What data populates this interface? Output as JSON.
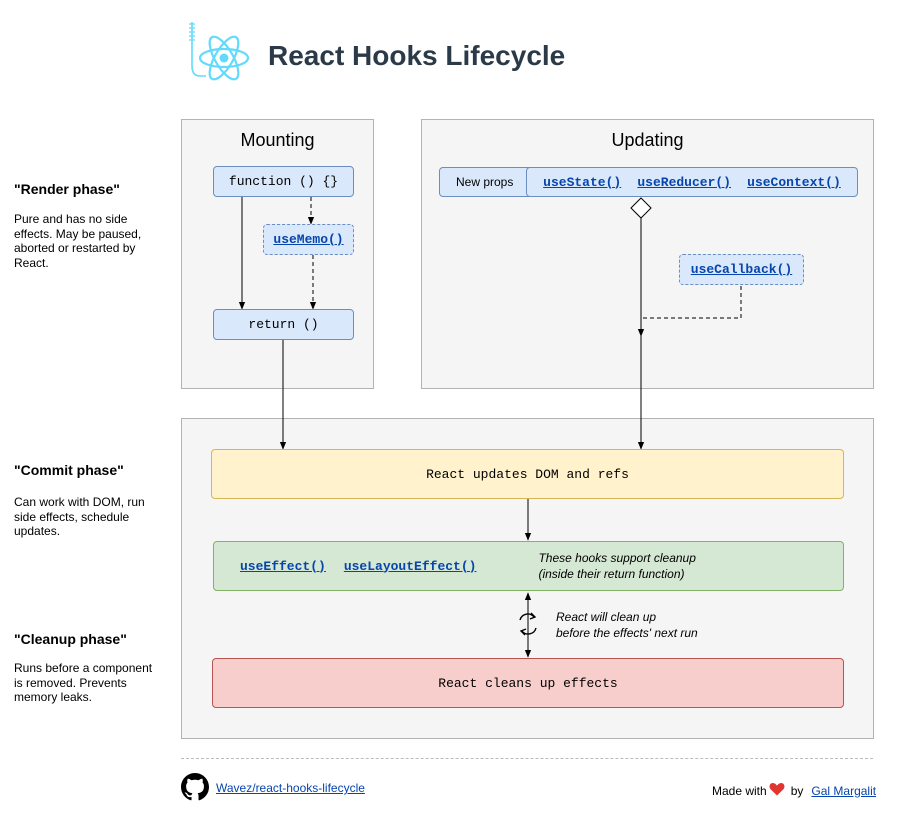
{
  "header": {
    "title": "React Hooks Lifecycle",
    "logo_icon": "react-atom-hook-icon"
  },
  "phases": [
    {
      "title": "\"Render phase\"",
      "description": "Pure and has no side effects. May be paused, aborted or restarted by React."
    },
    {
      "title": "\"Commit phase\"",
      "description": "Can work with DOM, run side effects, schedule updates."
    },
    {
      "title": "\"Cleanup phase\"",
      "description": "Runs before a component is removed. Prevents memory leaks."
    }
  ],
  "mounting": {
    "title": "Mounting",
    "function_label": "function () {}",
    "use_memo": "useMemo()",
    "return_label": "return ()"
  },
  "updating": {
    "title": "Updating",
    "new_props": "New props",
    "use_state": "useState()",
    "use_reducer": "useReducer()",
    "use_context": "useContext()",
    "use_callback": "useCallback()"
  },
  "commit": {
    "dom_update": "React updates DOM and refs",
    "use_effect": "useEffect()",
    "use_layout_effect": "useLayoutEffect()",
    "cleanup_note_line1": "These hooks support cleanup",
    "cleanup_note_line2": "(inside their return function)"
  },
  "cleanup": {
    "note_line1": "React will clean up",
    "note_line2": "before the effects' next run",
    "box_label": "React cleans up effects"
  },
  "footer": {
    "repo_link": "Wavez/react-hooks-lifecycle",
    "made_with": "Made with",
    "by": "by",
    "author": "Gal Margalit"
  },
  "colors": {
    "title": "#2b3a49",
    "link": "#0645ad",
    "heart": "#e0362f",
    "react_logo": "#61dafb"
  }
}
